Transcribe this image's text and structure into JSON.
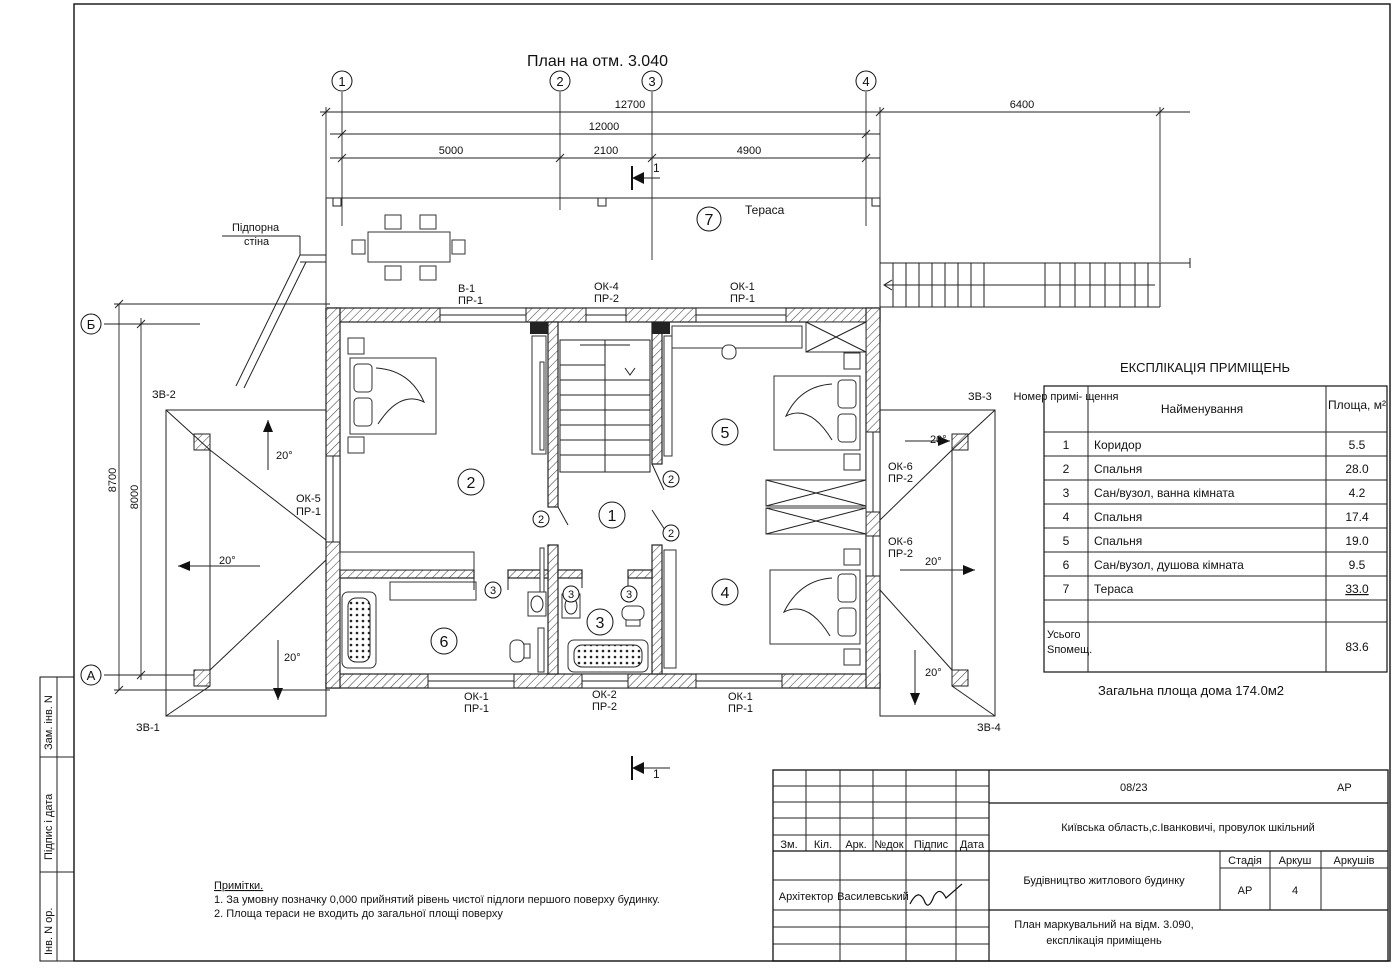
{
  "drawing": {
    "title": "План на отм. 3.040",
    "axes": {
      "a1": "1",
      "a2": "2",
      "a3": "3",
      "a4": "4",
      "aB": "Б",
      "aA": "А"
    },
    "dims": {
      "total": "12700",
      "inner": "12000",
      "seg1": "5000",
      "seg2": "2100",
      "seg3": "4900",
      "terrace_ext": "6400",
      "height1": "8700",
      "height2": "8000"
    },
    "section_mark": "1",
    "labels": {
      "retaining_wall_1": "Підпорна",
      "retaining_wall_2": "стіна",
      "terrace": "Тераса",
      "zv2": "ЗВ-2",
      "zv3": "ЗВ-3",
      "zv1": "ЗВ-1",
      "zv4": "ЗВ-4",
      "slope": "20°"
    },
    "openings": {
      "v1": "В-1",
      "pr1": "ПР-1",
      "pr2": "ПР-2",
      "ok1": "ОК-1",
      "ok2": "ОК-2",
      "ok4": "ОК-4",
      "ok5": "ОК-5",
      "ok6": "ОК-6"
    },
    "rooms": {
      "r1": "1",
      "r2": "2",
      "r3": "3",
      "r4": "4",
      "r5": "5",
      "r6": "6",
      "r7": "7"
    }
  },
  "explication": {
    "title": "ЕКСПЛІКАЦІЯ ПРИМІЩЕНЬ",
    "headers": {
      "num": "Номер примі- щення",
      "name": "Найменування",
      "area": "Площа, м²"
    },
    "rows": [
      {
        "num": "1",
        "name": "Коридор",
        "area": "5.5"
      },
      {
        "num": "2",
        "name": "Спальня",
        "area": "28.0"
      },
      {
        "num": "3",
        "name": "Сан/вузол, ванна кімната",
        "area": "4.2"
      },
      {
        "num": "4",
        "name": "Спальня",
        "area": "17.4"
      },
      {
        "num": "5",
        "name": "Спальня",
        "area": "19.0"
      },
      {
        "num": "6",
        "name": "Сан/вузол, душова кімната",
        "area": "9.5"
      },
      {
        "num": "7",
        "name": "Тераса",
        "area": "33.0"
      }
    ],
    "total_label_1": "Усього",
    "total_label_2": "Sпомещ.",
    "total_value": "83.6",
    "general_area": "Загальна площа дома 174.0м2"
  },
  "notes": {
    "title": "Примітки.",
    "n1": "1. За умовну позначку 0,000 прийнятий рівень чистої підлоги першого поверху будинку.",
    "n2": "2. Площа тераси не входить до загальної площі поверху"
  },
  "side_stamp": {
    "inv_sub": "Зам. інв. N",
    "sign_date": "Підпис і дата",
    "inv_orig": "Інв. N ор."
  },
  "title_block": {
    "code": "08/23",
    "stage_code": "АР",
    "address": "Київська область,с.Іванковичі, провулок шкільний",
    "col_headers": {
      "zm": "Зм.",
      "kil": "Кіл.",
      "ark": "Арк.",
      "ndoc": "№док",
      "sign": "Підпис",
      "date": "Дата"
    },
    "stage_h": "Стадія",
    "sheet_h": "Аркуш",
    "sheets_h": "Аркушів",
    "stage_v": "АР",
    "sheet_v": "4",
    "project": "Будівництво житлового будинку",
    "role": "Архітектор",
    "person": "Василевський",
    "drawing_name_1": "План маркувальний на відм. 3.090,",
    "drawing_name_2": "експлікація приміщень"
  }
}
